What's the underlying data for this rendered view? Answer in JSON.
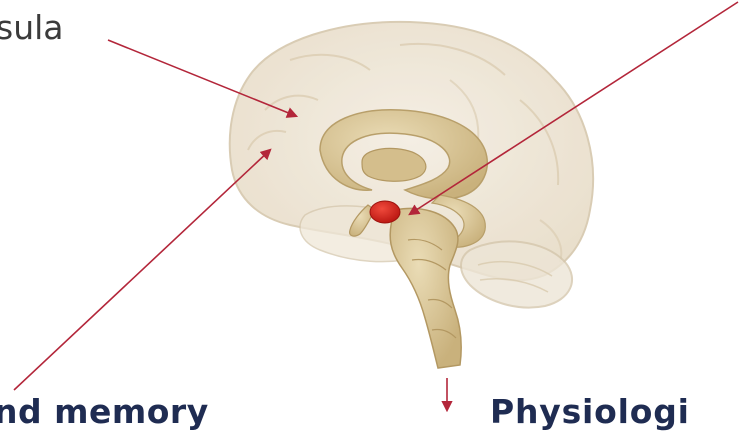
{
  "labels": {
    "insula": "sula",
    "memory": "nd memory",
    "physiology": "Physiologi"
  },
  "colors": {
    "arrow": "#b3263a",
    "label_bold": "#1f2c52",
    "label_plain": "#3b3b3b",
    "brain_outline": "#d8cbb3",
    "brain_fill": "#ece3d1",
    "structure_fill": "#d9c69a",
    "amygdala": "#d8231f"
  }
}
